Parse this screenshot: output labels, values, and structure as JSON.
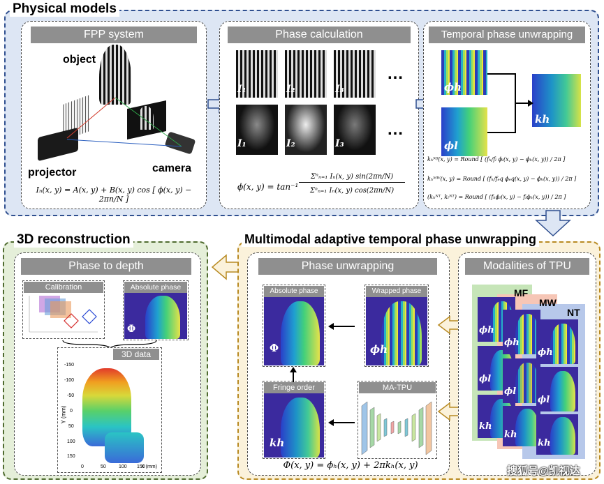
{
  "physical_models": {
    "title": "Physical models",
    "fpp": {
      "header": "FPP system",
      "object_label": "object",
      "projector_label": "projector",
      "camera_label": "camera",
      "equation": "Iₙ(x, y) = A(x, y) + B(x, y) cos [ ϕ(x, y) − 2πn/N ]"
    },
    "phase_calc": {
      "header": "Phase calculation",
      "top_labels": [
        "I₁",
        "I₂",
        "I₃"
      ],
      "bottom_labels": [
        "I₁",
        "I₂",
        "I₃"
      ],
      "ellipsis": "…",
      "equation_lhs": "ϕ(x, y) = tan⁻¹",
      "numerator": "Σⁿₙ₌₁ Iₙ(x, y) sin(2πn/N)",
      "denominator": "Σⁿₙ₌₁ Iₙ(x, y) cos(2πn/N)"
    },
    "tpu": {
      "header": "Temporal phase unwrapping",
      "phi_h": "ϕh",
      "phi_l": "ϕl",
      "k_h": "kh",
      "eq_mf": "kₕᴹᶠ(x, y) = Round [ (fₕ/fₗ ϕₗ(x, y) − ϕₕ(x, y)) / 2π ]",
      "eq_mw": "kₕᴹᵂ(x, y) = Round [ (fₕ/fₑq ϕₑq(x, y) − ϕₕ(x, y)) / 2π ]",
      "eq_nt": "(kₕᴺᵀ, kₗᴺᵀ) = Round [ (fₕϕₗ(x, y) − fₗϕₕ(x, y)) / 2π ]"
    }
  },
  "reconstruction": {
    "title": "3D reconstruction",
    "header": "Phase to depth",
    "calibration": "Calibration",
    "absolute_phase": "Absolute phase",
    "phi": "Φ",
    "data_3d": "3D data",
    "y_axis": "Y (mm)",
    "x_axis": "X (mm)",
    "y_ticks": [
      "-150",
      "-100",
      "-50",
      "0",
      "50",
      "100",
      "150"
    ],
    "x_ticks": [
      "0",
      "50",
      "100",
      "150"
    ]
  },
  "matpu": {
    "title": "Multimodal adaptive temporal phase unwrapping",
    "unwrap_header": "Phase unwrapping",
    "absolute_phase": "Absolute phase",
    "wrapped_phase": "Wrapped phase",
    "fringe_order": "Fringe order",
    "ma_tpu": "MA-TPU",
    "phi": "Φ",
    "phi_h": "ϕh",
    "k_h": "kh",
    "equation": "Φ(x, y) = ϕₕ(x, y) + 2πkₕ(x, y)"
  },
  "modalities": {
    "header": "Modalities of TPU",
    "mf": "MF",
    "mw": "MW",
    "nt": "NT",
    "phi_h": "ϕh",
    "phi_l": "ϕl",
    "k_h": "kh"
  },
  "watermark": "搜狐号@凯视达",
  "colors": {
    "physical_bg": "#dde6f4",
    "physical_border": "#2f4f8f",
    "recon_bg": "#e5efd9",
    "recon_border": "#4f6b2f",
    "matpu_bg": "#fbf2db",
    "matpu_border": "#b88a22",
    "mf_bg": "#c6e5b8",
    "mw_bg": "#f6c6b6",
    "nt_bg": "#b7c8ea"
  }
}
